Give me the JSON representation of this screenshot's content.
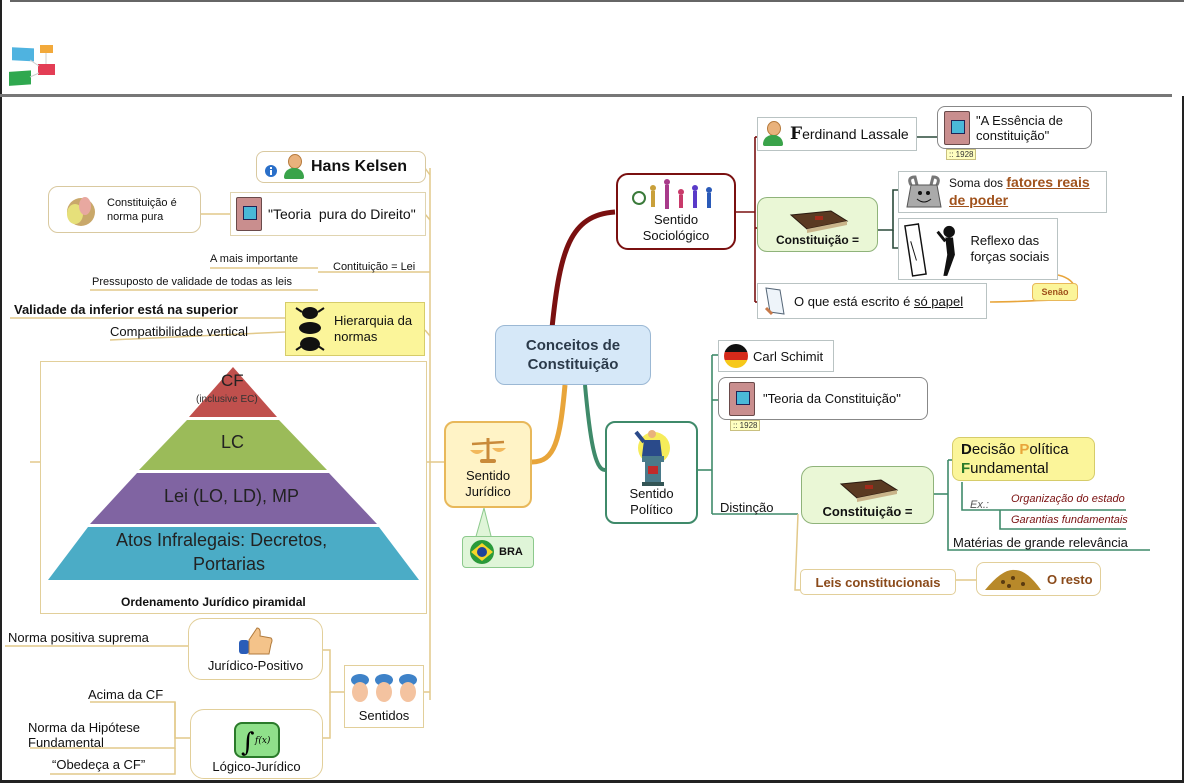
{
  "title": "Conceitos de Constituição",
  "colors": {
    "central_fill": "#d6e8f8",
    "juridico_branch": "#e8a53a",
    "sociologico_branch": "#7a1010",
    "politico_branch": "#3f8a6a",
    "highlight_yellow": "#fbf59a",
    "pale_green": "#eaf7d6",
    "accent_brown": "#a0521c"
  },
  "central": {
    "label": "Conceitos de Constituição"
  },
  "sentido_juridico": {
    "label": "Sentido Jurídico",
    "icon": "scales-icon",
    "badge": {
      "icon": "brazil-flag-icon",
      "label": "BRA"
    },
    "hans_kelsen": {
      "label": "Hans Kelsen",
      "icons": [
        "info-icon",
        "person-icon"
      ]
    },
    "teoria_pura": {
      "label": "\"Teoria  pura do Direito\"",
      "icon": "book-icon",
      "child": {
        "label": "Constituição é norma pura",
        "icon": "figure-icon"
      }
    },
    "constituicao_lei": {
      "label": "Contituição = Lei",
      "children": [
        "A mais importante",
        "Pressuposto de validade  de todas as leis"
      ]
    },
    "hierarquia": {
      "label": "Hierarquia da normas",
      "icon": "stacked-figures-icon",
      "children": [
        "Validade da inferior está na superior",
        "Compatibilidade vertical"
      ]
    },
    "piramide": {
      "caption": "Ordenamento Jurídico piramidal",
      "levels": [
        {
          "label": "CF",
          "sublabel": "(inclusive EC)",
          "color": "#c0504d"
        },
        {
          "label": "LC",
          "color": "#9bbb59"
        },
        {
          "label": "Lei (LO, LD), MP",
          "color": "#8064a2"
        },
        {
          "label": "Atos Infralegais: Decretos,",
          "label2": "Portarias",
          "color": "#4bacc6"
        }
      ]
    },
    "sentidos": {
      "label": "Sentidos",
      "icon": "three-monkeys-icon",
      "juridico_positivo": {
        "label": "Jurídico-Positivo",
        "icon": "thumbs-up-icon",
        "children": [
          "Norma positiva suprema"
        ]
      },
      "logico_juridico": {
        "label": "Lógico-Jurídico",
        "icon": "integral-icon",
        "children": [
          "Acima da CF",
          "Norma da Hipótese Fundamental",
          "“Obedeça a CF”"
        ]
      }
    }
  },
  "sentido_sociologico": {
    "label": "Sentido Sociológico",
    "icon": "family-icon",
    "lassale": {
      "label_initial": "F",
      "label_rest": "erdinand Lassale",
      "icon": "person-icon",
      "book": {
        "label": "\"A Essência de constituição\"",
        "icon": "book-icon",
        "year": ":: 1928"
      }
    },
    "constituicao": {
      "label": "Constituição =",
      "icon": "old-book-icon",
      "soma": {
        "prefix": "Soma dos ",
        "emph": "fatores reais de poder",
        "icon": "strongman-icon"
      },
      "reflexo": {
        "label": "Reflexo das forças sociais",
        "icon": "mirror-icon"
      }
    },
    "papel": {
      "prefix": "O que está escrito é ",
      "emph": "só papel",
      "icon": "paper-icon"
    },
    "senao": "Senão"
  },
  "sentido_politico": {
    "label": "Sentido Político",
    "icon": "speaker-podium-icon",
    "schimit": {
      "label": "Carl Schimit",
      "icon": "germany-flag-icon"
    },
    "teoria": {
      "label": "\"Teoria da Constituição\"",
      "icon": "book-icon",
      "year": ":: 1928"
    },
    "distincao": "Distinção",
    "constituicao": {
      "label": "Constituição =",
      "icon": "old-book-icon",
      "decisao": {
        "w1a": "D",
        "w1b": "ecisão ",
        "w2a": "P",
        "w2b": "olítica",
        "w3a": "F",
        "w3b": "undamental"
      },
      "ex": "Ex.:",
      "exemplos": [
        "Organização do estado",
        "Garantias fundamentais"
      ],
      "materias": "Matérias de grande relevância"
    },
    "leis": {
      "label": "Leis constitucionais",
      "resto": "O resto",
      "icon": "pile-icon"
    }
  }
}
